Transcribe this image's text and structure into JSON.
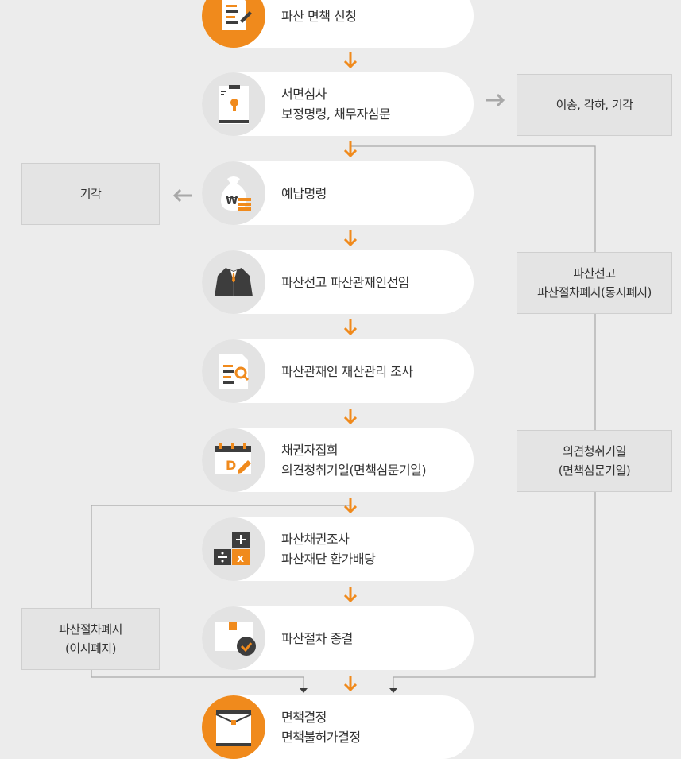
{
  "steps": [
    {
      "lines": [
        "파산 면책 신청"
      ],
      "icon": "document-pen-icon"
    },
    {
      "lines": [
        "서면심사",
        "보정명령, 채무자심문"
      ],
      "icon": "keyhole-document-icon"
    },
    {
      "lines": [
        "예납명령"
      ],
      "icon": "money-bag-icon"
    },
    {
      "lines": [
        "파산선고 파산관재인선임"
      ],
      "icon": "suit-jacket-icon"
    },
    {
      "lines": [
        "파산관재인 재산관리 조사"
      ],
      "icon": "document-search-icon"
    },
    {
      "lines": [
        "채권자집회",
        "의견청취기일(면책심문기일)"
      ],
      "icon": "calendar-icon"
    },
    {
      "lines": [
        "파산채권조사",
        "파산재단 환가배당"
      ],
      "icon": "calculator-icon"
    },
    {
      "lines": [
        "파산절차 종결"
      ],
      "icon": "check-box-icon"
    },
    {
      "lines": [
        "면책결정",
        "면책불허가결정"
      ],
      "icon": "archive-box-icon"
    }
  ],
  "side_boxes": {
    "transfer": {
      "lines": [
        "이송, 각하, 기각"
      ]
    },
    "dismiss": {
      "lines": [
        "기각"
      ]
    },
    "simultaneous": {
      "lines": [
        "파산선고",
        "파산절차폐지(동시폐지)"
      ]
    },
    "hearing": {
      "lines": [
        "의견청취기일",
        "(면책심문기일)"
      ]
    },
    "different_time": {
      "lines": [
        "파산절차폐지",
        "(이시폐지)"
      ]
    }
  },
  "colors": {
    "accent": "#f08a1c",
    "icon_dark": "#3d3d3d",
    "step_bg": "#ffffff",
    "page_bg": "#ececec",
    "side_box_bg": "#e4e4e4",
    "connector": "#9a9a9a"
  }
}
